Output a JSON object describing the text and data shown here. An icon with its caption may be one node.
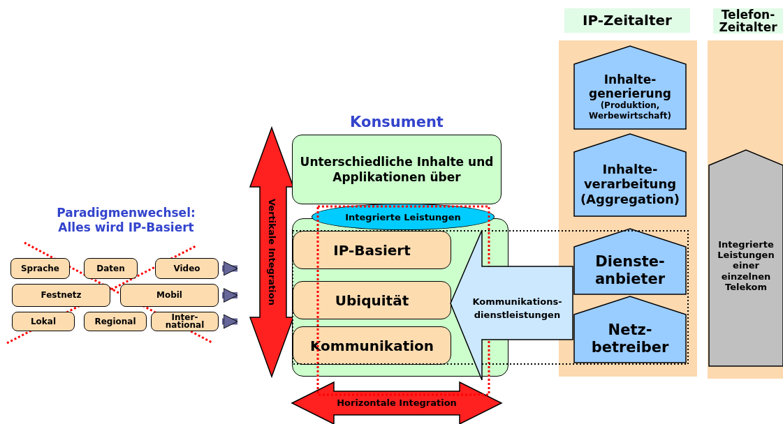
{
  "diagram": {
    "nodes": [
      {
        "text": [
          "IP-Zeitalter"
        ]
      },
      {
        "text": [
          "Inhalte- generierung",
          "(Produktion, Werbewirtschaft)"
        ],
        "in": 0
      },
      {
        "text": [
          "Inhalte- verarbeitung (Aggregation)"
        ],
        "in": 0
      },
      {
        "text": [
          "Dienste- anbieter"
        ],
        "in": 0
      },
      {
        "text": [
          "Netz- betreiber"
        ],
        "in": 0
      },
      {
        "text": [
          "Telefon- Zeitalter"
        ]
      },
      {
        "text": [
          "Integrierte Leistungen einer einzelnen Telekom"
        ],
        "in": 5
      },
      {
        "text": [
          "Vertikale Integration"
        ]
      },
      {
        "text": [
          "Unterschiedliche Inhalte und Applikationen über"
        ],
        "beside": [
          "Konsument"
        ]
      },
      {
        "text": [
          "Integrierte Leistungen"
        ]
      },
      {
        "text": [],
        "shape": "box"
      },
      {
        "text": [
          "IP-Basiert"
        ],
        "in": 10
      },
      {
        "text": [
          "Ubiquität"
        ],
        "in": 10
      },
      {
        "text": [
          "Kommunikation"
        ],
        "in": 10
      },
      {
        "text": [
          "Kommunikations- dienstleistungen"
        ]
      },
      {
        "text": [
          "Horizontale Integration"
        ]
      },
      {
        "text": [
          "Sprache"
        ]
      },
      {
        "text": [
          "Daten"
        ]
      },
      {
        "text": [
          "Video"
        ]
      },
      {
        "text": [
          "Festnetz"
        ]
      },
      {
        "text": [
          "Mobil"
        ]
      },
      {
        "text": [
          "Lokal"
        ]
      },
      {
        "text": [
          "Regional"
        ]
      },
      {
        "text": [
          "Inter- national"
        ]
      }
    ],
    "edges": [
      {
        "from": 18,
        "to": 7,
        "arrow": "to"
      },
      {
        "from": 20,
        "to": 7,
        "arrow": "to"
      },
      {
        "from": 23,
        "to": 7,
        "arrow": "to"
      }
    ],
    "labels": [
      "Paradigmenwechsel: Alles wird IP-Basiert"
    ]
  }
}
